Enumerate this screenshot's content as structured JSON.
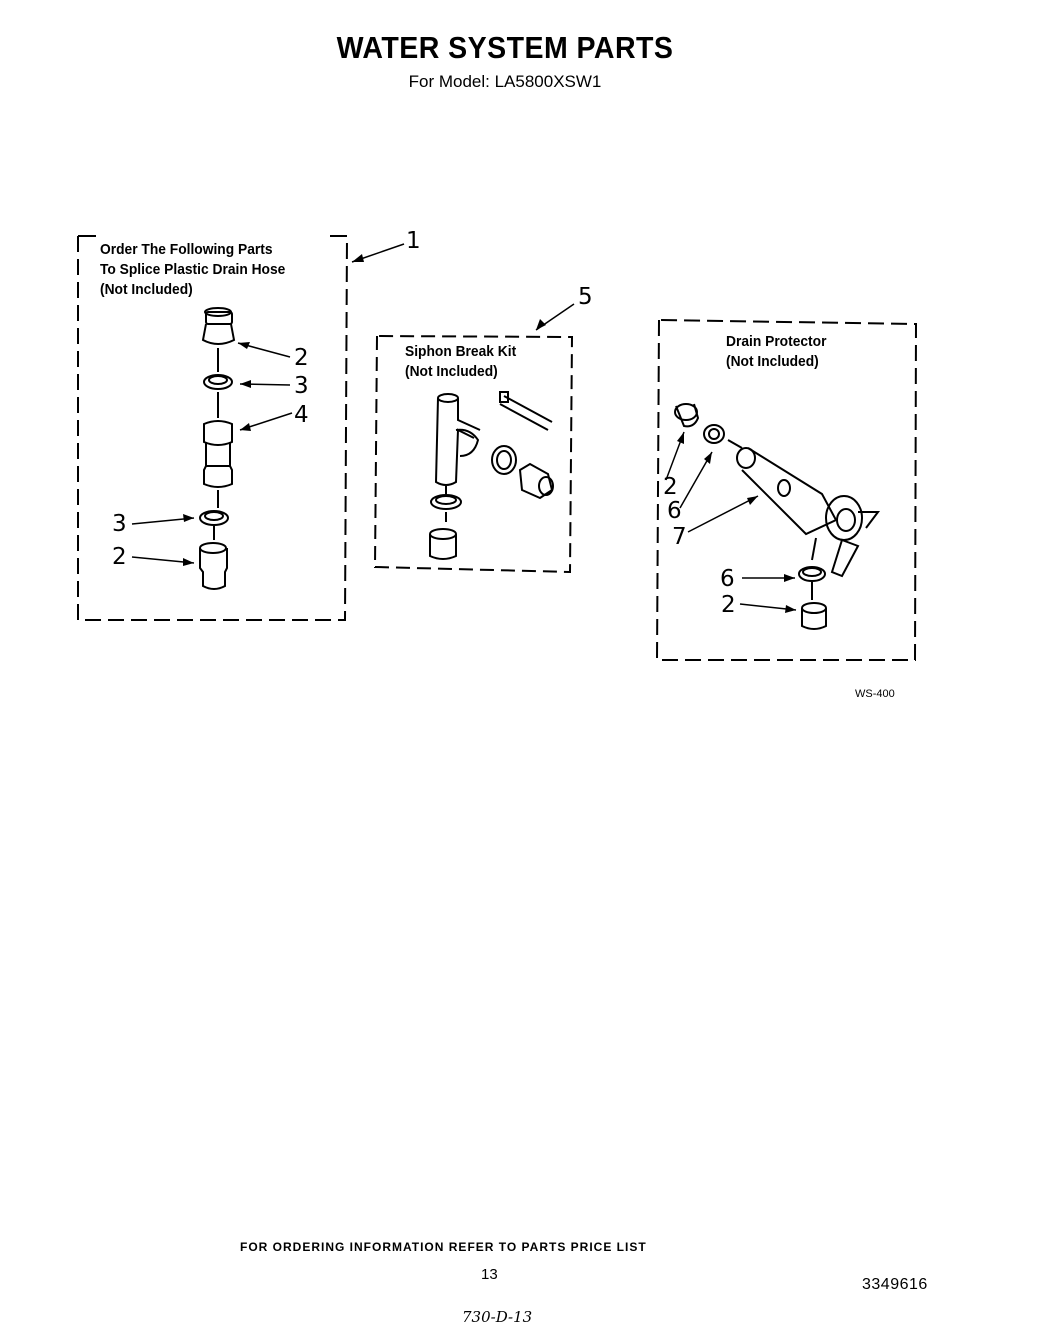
{
  "header": {
    "title": "WATER SYSTEM PARTS",
    "model": "For Model: LA5800XSW1"
  },
  "boxes": {
    "splice": {
      "label": "Order The Following Parts\nTo Splice Plastic Drain Hose\n(Not Included)"
    },
    "siphon": {
      "label": "Siphon Break Kit\n(Not Included)"
    },
    "drain": {
      "label": "Drain Protector\n(Not Included)"
    }
  },
  "callouts": {
    "c1": "1",
    "c5": "5",
    "splice_2a": "2",
    "splice_3a": "3",
    "splice_4": "4",
    "splice_3b": "3",
    "splice_2b": "2",
    "drain_2a": "2",
    "drain_6a": "6",
    "drain_7": "7",
    "drain_6b": "6",
    "drain_2b": "2"
  },
  "ref_code": "WS-400",
  "footer": {
    "ordering": "FOR ORDERING INFORMATION REFER TO PARTS PRICE LIST",
    "page": "13",
    "doc_number": "3349616",
    "handwritten": "730-D-13"
  }
}
